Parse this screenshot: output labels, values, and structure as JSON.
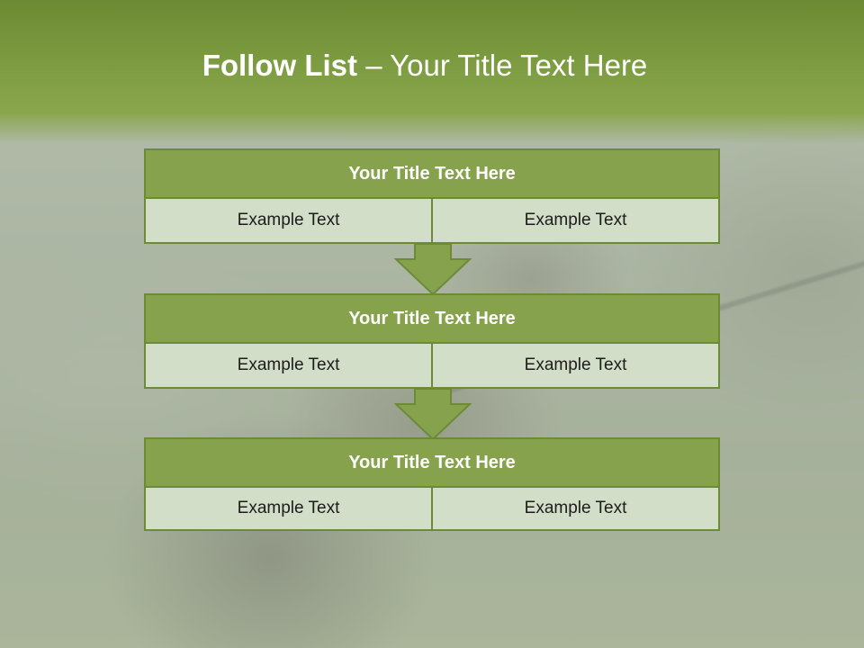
{
  "slide": {
    "title_bold": "Follow List",
    "title_rest": " – Your Title Text Here"
  },
  "blocks": [
    {
      "title": "Your Title Text Here",
      "left": "Example Text",
      "right": "Example Text"
    },
    {
      "title": "Your Title Text Here",
      "left": "Example Text",
      "right": "Example Text"
    },
    {
      "title": "Your Title Text Here",
      "left": "Example Text",
      "right": "Example Text"
    }
  ],
  "colors": {
    "title_band": "#7d9c41",
    "block_header": "#86a24c",
    "block_border": "#6d8a37",
    "cell_fill": "#d3dec8",
    "arrow_fill": "#86a24c"
  },
  "icons": [
    "down-arrow-icon",
    "down-arrow-icon"
  ]
}
